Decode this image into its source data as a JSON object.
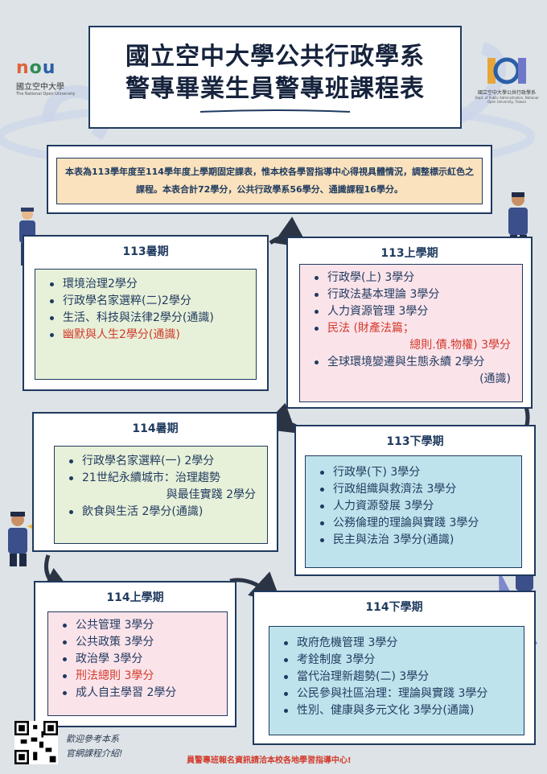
{
  "logo_left": {
    "word": "nou",
    "cn": "國立空中大學",
    "en": "The National Open University"
  },
  "logo_right": {
    "cn": "國立空中大學公共行政學系",
    "en": "Dept. of Public Administration, National Open University, Taiwan"
  },
  "title": {
    "line1": "國立空中大學公共行政學系",
    "line2": "警專畢業生員警專班課程表"
  },
  "notice": "本表為113學年度至114學年度上學期固定課表，惟本校各學習指導中心得視具體情況，調整標示紅色之課程。本表合計72學分，公共行政學系56學分、通識課程16學分。",
  "terms": {
    "t113_summer": {
      "title": "113暑期",
      "items": [
        {
          "text": "環境治理2學分",
          "red": false
        },
        {
          "text": "行政學名家選粹(二)2學分",
          "red": false
        },
        {
          "text": "生活、科技與法律2學分(通識)",
          "red": false
        },
        {
          "text": "幽默與人生2學分(通識)",
          "red": true
        }
      ]
    },
    "t113_first": {
      "title": "113上學期",
      "items": [
        {
          "text": "行政學(上) 3學分",
          "red": false
        },
        {
          "text": "行政法基本理論 3學分",
          "red": false
        },
        {
          "text": "人力資源管理 3學分",
          "red": false
        },
        {
          "text": "民法 (財產法篇；",
          "red": true
        },
        {
          "text": "總則.債.物權) 3學分",
          "red": true,
          "cont": true
        },
        {
          "text": "全球環境變遷與生態永續 2學分",
          "red": false
        },
        {
          "text": "(通識)",
          "red": false,
          "cont": true
        }
      ]
    },
    "t114_summer": {
      "title": "114暑期",
      "items": [
        {
          "text": "行政學名家選粹(一) 2學分",
          "red": false
        },
        {
          "text": "21世紀永續城市：治理趨勢",
          "red": false
        },
        {
          "text": "與最佳實踐 2學分",
          "red": false,
          "cont": true
        },
        {
          "text": "飲食與生活 2學分(通識)",
          "red": false
        }
      ]
    },
    "t113_second": {
      "title": "113下學期",
      "items": [
        {
          "text": "行政學(下) 3學分",
          "red": false
        },
        {
          "text": "行政組織與救濟法 3學分",
          "red": false
        },
        {
          "text": "人力資源發展 3學分",
          "red": false
        },
        {
          "text": "公務倫理的理論與實踐 3學分",
          "red": false
        },
        {
          "text": "民主與法治 3學分(通識)",
          "red": false
        }
      ]
    },
    "t114_first": {
      "title": "114上學期",
      "items": [
        {
          "text": "公共管理 3學分",
          "red": false
        },
        {
          "text": "公共政策 3學分",
          "red": false
        },
        {
          "text": "政治學 3學分",
          "red": false
        },
        {
          "text": "刑法總則 3學分",
          "red": true
        },
        {
          "text": "成人自主學習 2學分",
          "red": false
        }
      ]
    },
    "t114_second": {
      "title": "114下學期",
      "items": [
        {
          "text": "政府危機管理 3學分",
          "red": false
        },
        {
          "text": "考銓制度 3學分",
          "red": false
        },
        {
          "text": "當代治理新趨勢(二) 3學分",
          "red": false
        },
        {
          "text": "公民參與社區治理：理論與實踐 3學分",
          "red": false
        },
        {
          "text": "性別、健康與多元文化 3學分(通識)",
          "red": false
        }
      ]
    }
  },
  "qr_caption": {
    "line1": "歡迎參考本系",
    "line2": "官網課程介紹!"
  },
  "footer": "員警專班報名資訊請洽本校各地學習指導中心!",
  "colors": {
    "navy": "#1f3a5f",
    "red": "#d23a2b",
    "green_box": "#e7f0d8",
    "pink_box": "#fbe3ea",
    "blue_box": "#bfe3ec",
    "notice_box": "#f9e2bd"
  }
}
